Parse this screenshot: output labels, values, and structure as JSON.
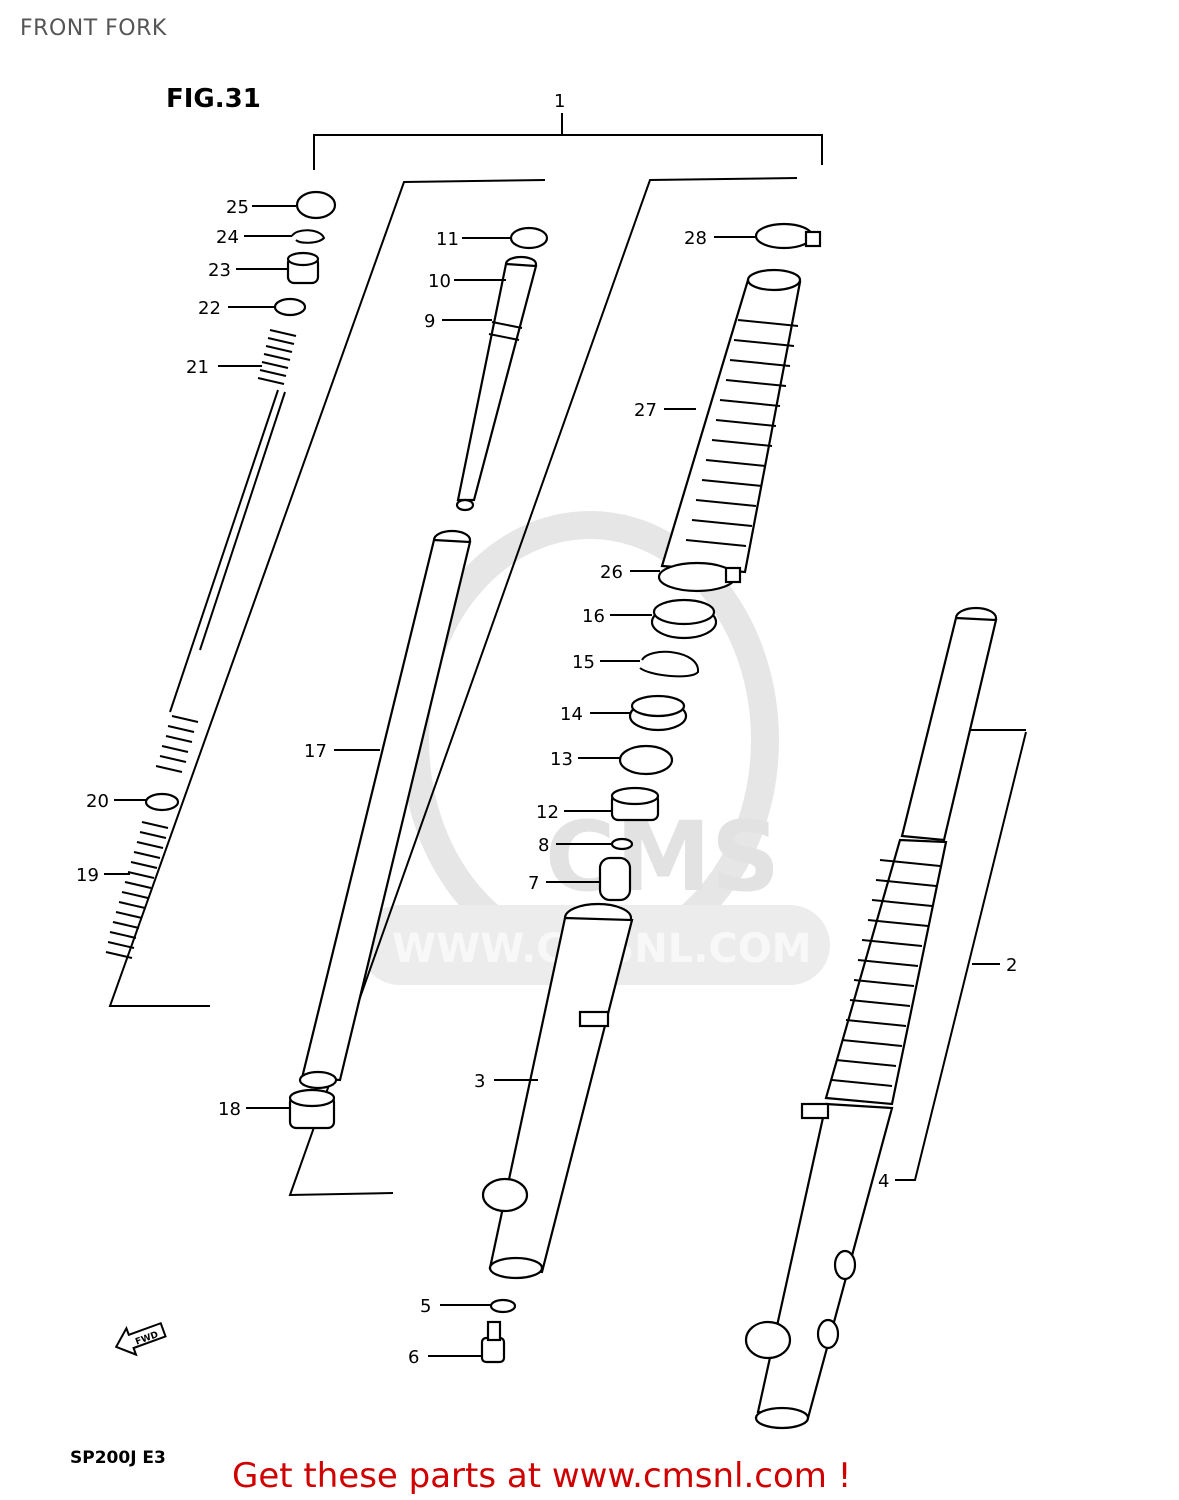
{
  "header": {
    "title": "FRONT FORK"
  },
  "figure": {
    "label": "FIG.31",
    "model": "SP200J  E3"
  },
  "watermark": {
    "brand": "CMS",
    "url": "WWW.CMSNL.COM"
  },
  "footer": {
    "cta": "Get these parts at www.cmsnl.com !"
  },
  "fwd_icon": {
    "label": "FWD",
    "icon": "forward-arrow-icon"
  },
  "colors": {
    "cta": "#d00000",
    "lines": "#000000",
    "watermark": "#e2e2e2"
  },
  "callouts": {
    "p1": "1",
    "p2": "2",
    "p3": "3",
    "p4": "4",
    "p5": "5",
    "p6": "6",
    "p7": "7",
    "p8": "8",
    "p9": "9",
    "p10": "10",
    "p11": "11",
    "p12": "12",
    "p13": "13",
    "p14": "14",
    "p15": "15",
    "p16": "16",
    "p17": "17",
    "p18": "18",
    "p19": "19",
    "p20": "20",
    "p21": "21",
    "p22": "22",
    "p23": "23",
    "p24": "24",
    "p25": "25",
    "p26": "26",
    "p27": "27",
    "p28": "28"
  }
}
